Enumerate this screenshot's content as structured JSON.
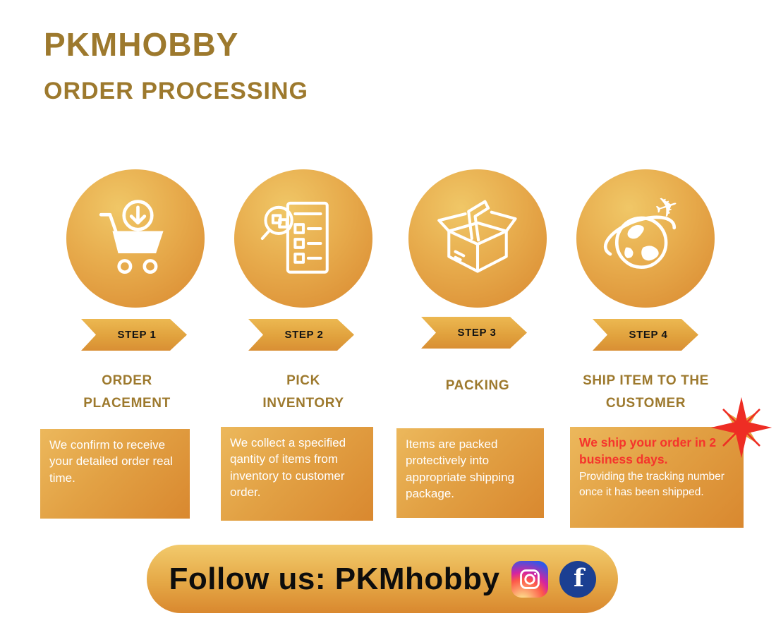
{
  "header": {
    "brand": "PKMHOBBY",
    "title": "ORDER PROCESSING"
  },
  "steps": [
    {
      "step_label": "STEP 1",
      "title": "ORDER PLACEMENT",
      "description": "We confirm to receive your detailed order real time.",
      "icon": "cart-download-icon"
    },
    {
      "step_label": "STEP 2",
      "title": "PICK INVENTORY",
      "description": "We collect a specified qantity of items from inventory to customer order.",
      "icon": "pick-inventory-icon"
    },
    {
      "step_label": "STEP 3",
      "title": "PACKING",
      "description": "Items are packed protectively into appropriate shipping package.",
      "icon": "packing-box-icon"
    },
    {
      "step_label": "STEP 4",
      "title": "SHIP ITEM TO THE CUSTOMER",
      "description_highlight": "We ship your order in 2 business days.",
      "description": "Providing the tracking number once it has been shipped.",
      "icon": "ship-globe-icon"
    }
  ],
  "footer": {
    "text": "Follow us: PKMhobby",
    "facebook_glyph": "f",
    "icons": [
      "instagram-icon",
      "facebook-icon"
    ]
  },
  "decorations": [
    "sparkle-star-icon"
  ],
  "colors": {
    "brand_text": "#9d792d",
    "gradient_light": "#eec05c",
    "gradient_dark": "#d9882f",
    "highlight_red": "#f5342c",
    "facebook_blue": "#1b3f92",
    "step_text": "#141414",
    "box_text": "#ffffff"
  }
}
